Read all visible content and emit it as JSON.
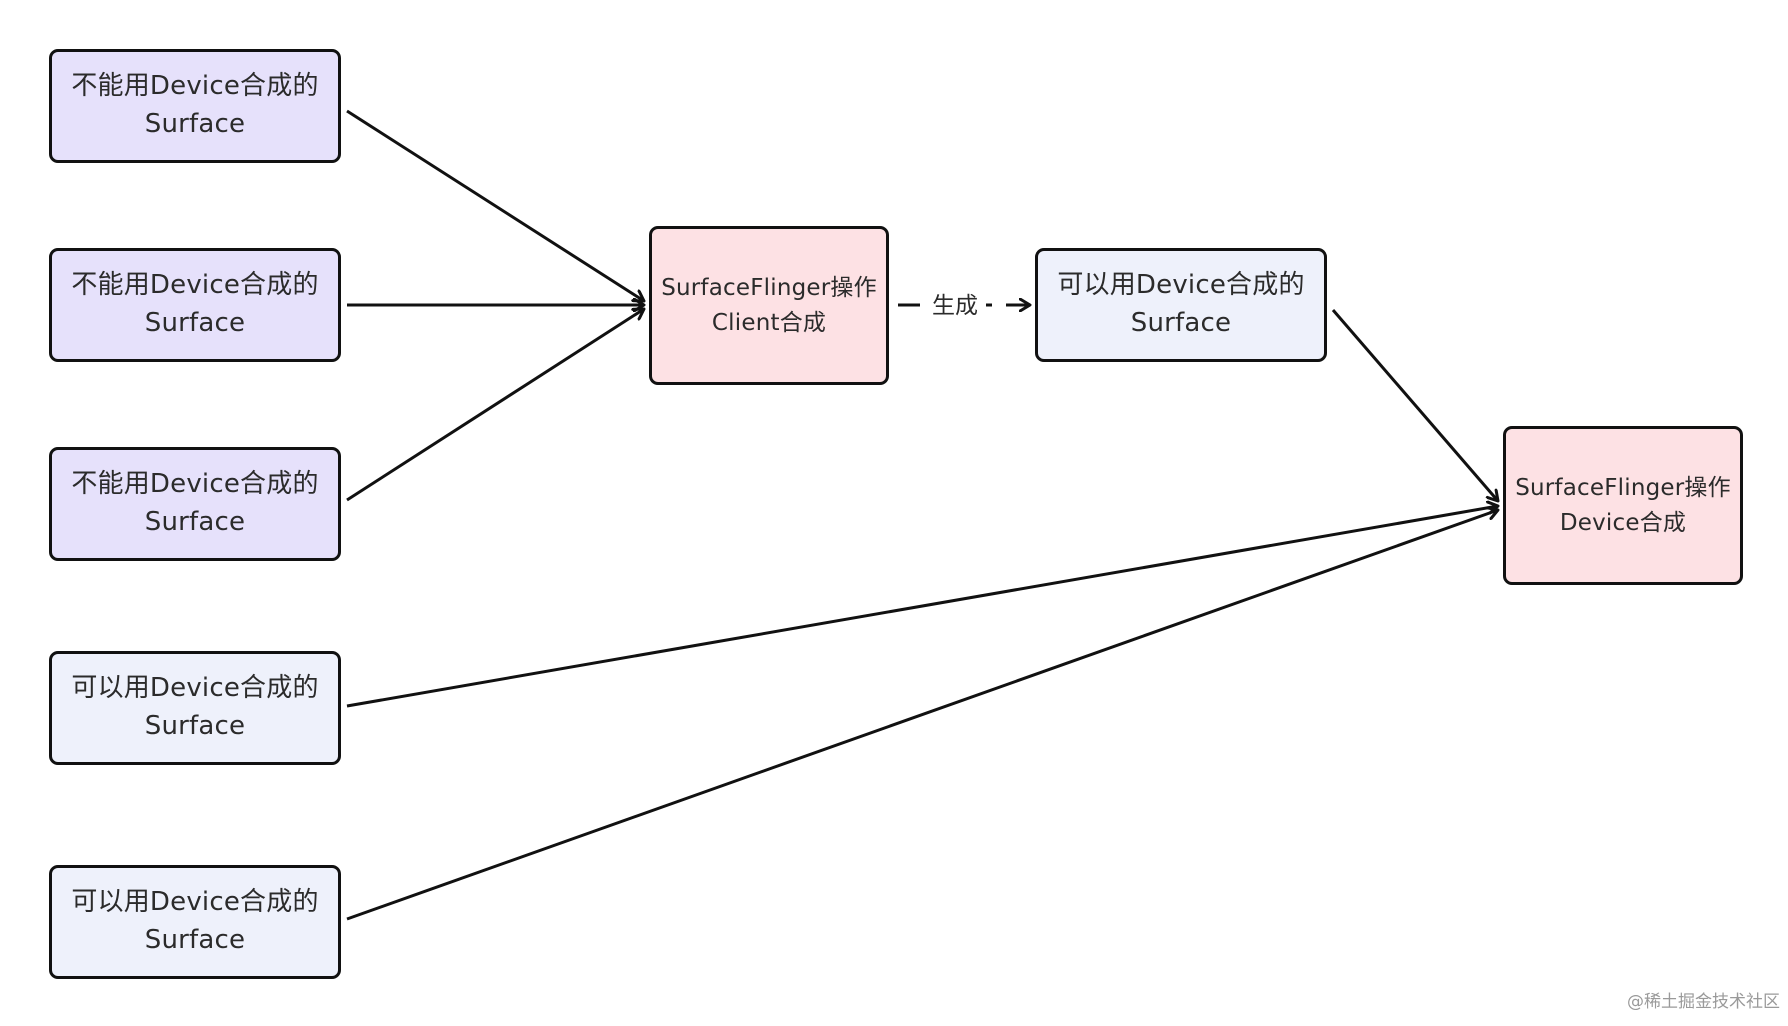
{
  "nodes": {
    "left1": {
      "line1": "不能用Device合成的",
      "line2": "Surface"
    },
    "left2": {
      "line1": "不能用Device合成的",
      "line2": "Surface"
    },
    "left3": {
      "line1": "不能用Device合成的",
      "line2": "Surface"
    },
    "left4": {
      "line1": "可以用Device合成的",
      "line2": "Surface"
    },
    "left5": {
      "line1": "可以用Device合成的",
      "line2": "Surface"
    },
    "client": {
      "line1": "SurfaceFlinger操作",
      "line2": "Client合成"
    },
    "generated": {
      "line1": "可以用Device合成的",
      "line2": "Surface"
    },
    "device": {
      "line1": "SurfaceFlinger操作",
      "line2": "Device合成"
    }
  },
  "edges": {
    "generate_label": "生成"
  },
  "colors": {
    "purple_fill": "#e6e1fb",
    "blue_fill": "#eef1fb",
    "pink_fill": "#fde1e4",
    "stroke": "#111111"
  },
  "watermark": "@稀土掘金技术社区"
}
